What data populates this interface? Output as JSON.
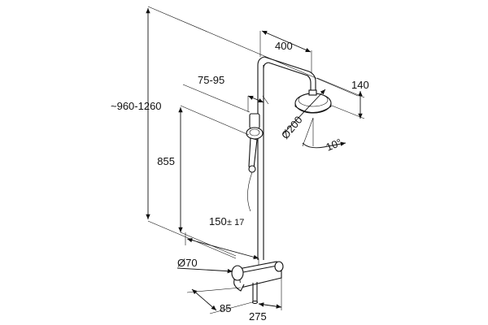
{
  "dimensions": {
    "overall_height": "~960-1260",
    "arm_length": "400",
    "head_drop": "140",
    "hand_shower_range": "75-95",
    "head_diameter": "Ø200",
    "tilt_angle": "10°",
    "hand_shower_height": "855",
    "wall_distance": "150",
    "wall_tolerance": "± 17",
    "outlet_diameter": "Ø70",
    "mixer_depth": "85",
    "mixer_width": "275"
  },
  "colors": {
    "line": "#111111",
    "background": "#ffffff"
  }
}
